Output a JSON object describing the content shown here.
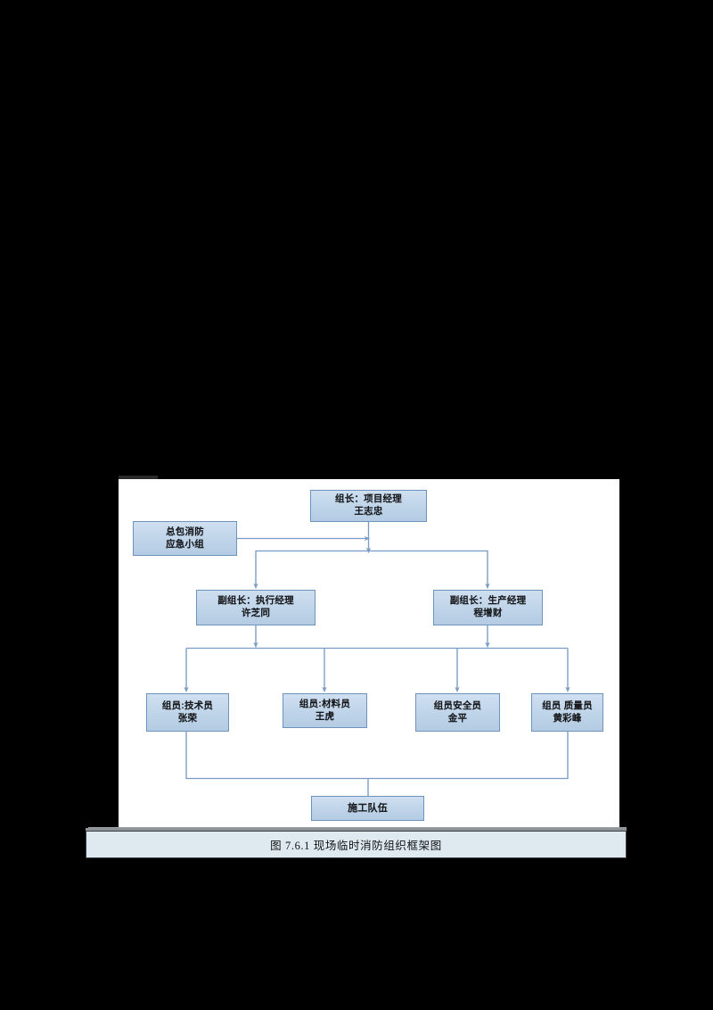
{
  "document": {
    "background_color": "#000000",
    "panel_background": "#ffffff"
  },
  "diagram": {
    "type": "organization-chart",
    "title": "现场临时消防组织框架图",
    "node_fill_color": "#c2d6ea",
    "node_border_color": "#6f93bb",
    "connector_color": "#7a9cc4",
    "nodes": [
      {
        "id": "leader",
        "role": "组长：项目经理",
        "name": "王志忠"
      },
      {
        "id": "contractor",
        "role": "总包消防",
        "name": "应急小组"
      },
      {
        "id": "deputy_exec",
        "role": "副组长：执行经理",
        "name": "许芝同"
      },
      {
        "id": "deputy_prod",
        "role": "副组长：生产经理",
        "name": "程增财"
      },
      {
        "id": "member_tech",
        "role": "组员:技术员",
        "name": "张荣"
      },
      {
        "id": "member_mat",
        "role": "组员:材料员",
        "name": "王虎"
      },
      {
        "id": "member_safe",
        "role": "组员安全员",
        "name": "金平"
      },
      {
        "id": "member_qual",
        "role": "组员 质量员",
        "name": "黄彩峰"
      },
      {
        "id": "crew",
        "role": "施工队伍",
        "name": ""
      }
    ],
    "edges": [
      {
        "from": "contractor",
        "to": "leader"
      },
      {
        "from": "leader",
        "to": "deputy_exec"
      },
      {
        "from": "leader",
        "to": "deputy_prod"
      },
      {
        "from": "deputy_exec",
        "to": "member_tech"
      },
      {
        "from": "deputy_exec",
        "to": "member_mat"
      },
      {
        "from": "deputy_prod",
        "to": "member_safe"
      },
      {
        "from": "deputy_prod",
        "to": "member_qual"
      },
      {
        "from": "member_tech",
        "to": "crew"
      },
      {
        "from": "member_qual",
        "to": "crew"
      }
    ]
  },
  "caption": {
    "figure_number": "图 7.6.1",
    "text": "图 7.6.1 现场临时消防组织框架图"
  }
}
